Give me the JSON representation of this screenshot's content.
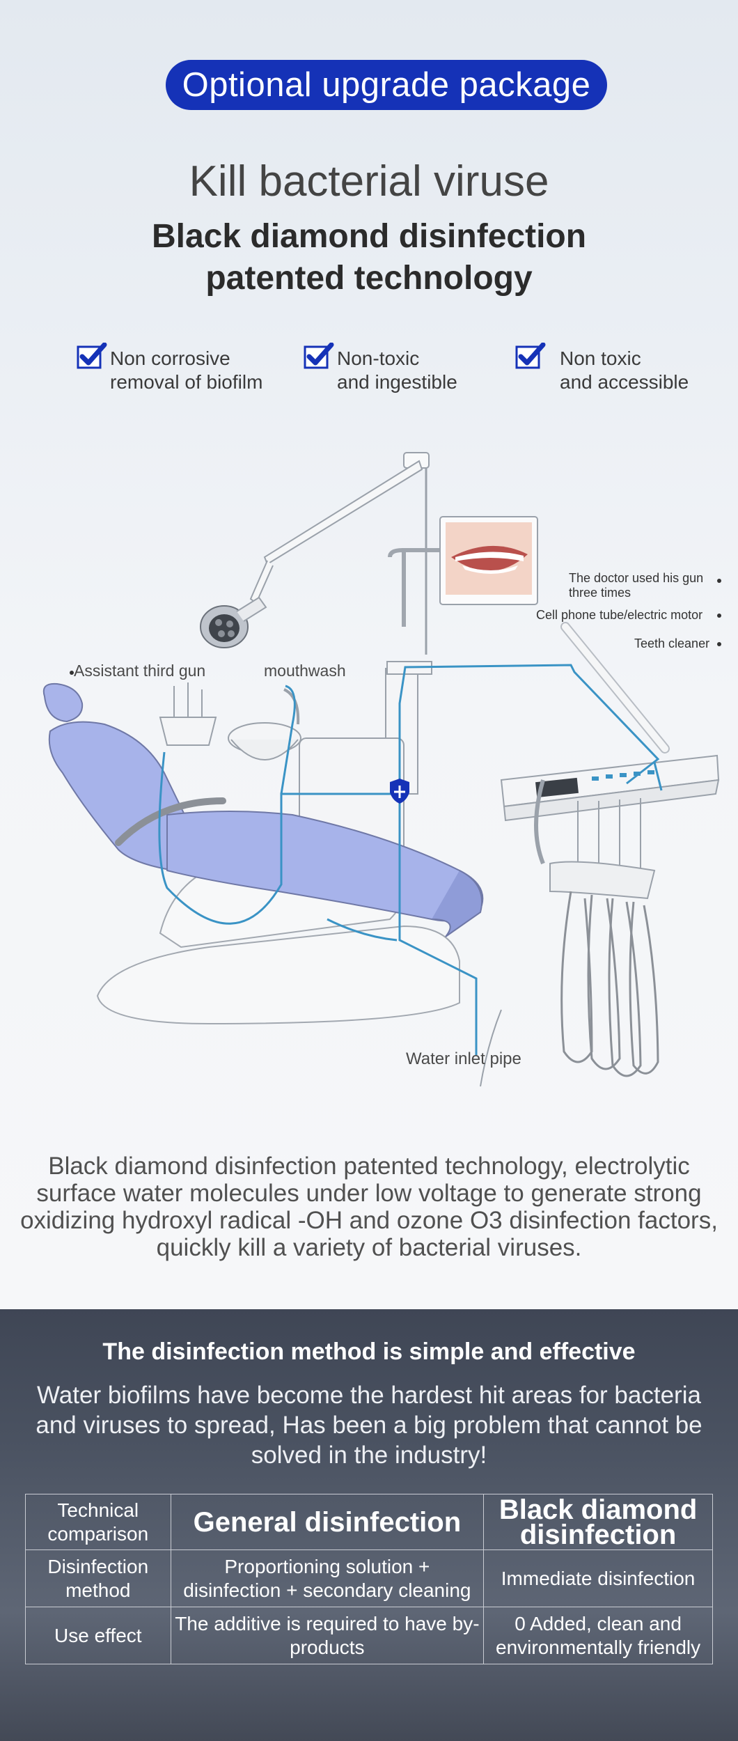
{
  "header": {
    "badge": "Optional upgrade package",
    "subtitle": "Kill bacterial viruse",
    "title_line1": "Black diamond disinfection",
    "title_line2": "patented technology"
  },
  "features": [
    {
      "line1": "Non corrosive",
      "line2": "removal of biofilm"
    },
    {
      "line1": "Non-toxic",
      "line2": "and ingestible"
    },
    {
      "line1": "Non toxic",
      "line2": "and accessible"
    }
  ],
  "callouts": {
    "doctor_gun_line1": "The doctor used his gun",
    "doctor_gun_line2": "three times",
    "phone_tube": "Cell phone tube/electric motor",
    "teeth_cleaner": "Teeth cleaner",
    "assistant_gun": "Assistant third gun",
    "mouthwash": "mouthwash",
    "water_inlet": "Water inlet pipe"
  },
  "description": "Black diamond disinfection patented technology, electrolytic surface water molecules under low voltage to generate strong oxidizing hydroxyl radical -OH and ozone O3 disinfection factors, quickly kill a variety of bacterial viruses.",
  "dark_section": {
    "title": "The disinfection method is simple and effective",
    "paragraph": "Water biofilms have become the hardest hit areas for bacteria and viruses to spread, Has been a big problem that cannot be solved in the industry!"
  },
  "comparison_table": {
    "header": {
      "col1": "Technical comparison",
      "col2": "General disinfection",
      "col3": "Black diamond disinfection"
    },
    "rows": [
      {
        "label": "Disinfection method",
        "general": "Proportioning solution + disinfection + secondary cleaning",
        "black": "Immediate disinfection"
      },
      {
        "label": "Use effect",
        "general": "The additive is required to have by-products",
        "black": "0 Added, clean and environmentally friendly"
      }
    ]
  },
  "colors": {
    "accent_blue": "#1532b7",
    "pipe_blue": "#3a93c5",
    "chair_lavender": "#a7b3ea",
    "dark_panel": "#4a5261"
  },
  "icons": [
    "checkbox-check-icon",
    "shield-plus-icon"
  ]
}
